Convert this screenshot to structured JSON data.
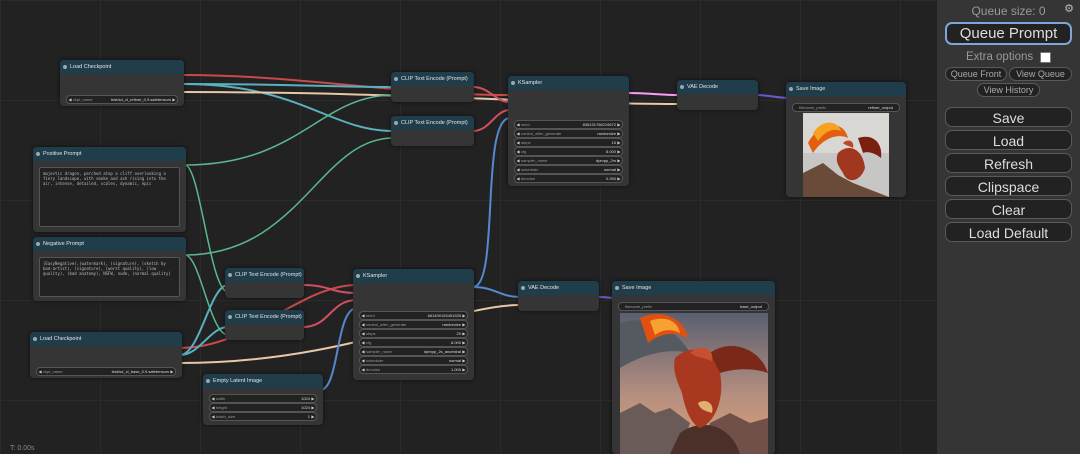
{
  "timer": "T: 0.00s",
  "sidebar": {
    "queue_size": "Queue size: 0",
    "queue_prompt": "Queue Prompt",
    "extra_options": "Extra options",
    "queue_front": "Queue Front",
    "view_queue": "View Queue",
    "view_history": "View History",
    "save": "Save",
    "load": "Load",
    "refresh": "Refresh",
    "clipspace": "Clipspace",
    "clear": "Clear",
    "load_default": "Load Default"
  },
  "nodes": {
    "load_ckpt_refiner": {
      "title": "Load Checkpoint",
      "w_label": "ckpt_name",
      "w_value": "test/sd_xl_refiner_0.9.safetensors"
    },
    "positive": {
      "title": "Positive Prompt",
      "text": "majestic dragon, perched atop a cliff overlooking a fiery landscape, with smoke and ash rising into the air, intense, detailed, scales, dynamic, epic"
    },
    "negative": {
      "title": "Negative Prompt",
      "text": "(EasyNegative),(watermark), (signature), (sketch by bad-artist), (signature), (worst quality), (low quality), (bad anatomy), NSFW, nude, (normal quality)"
    },
    "clip_top_1": {
      "title": "CLIP Text Encode (Prompt)"
    },
    "clip_top_2": {
      "title": "CLIP Text Encode (Prompt)"
    },
    "ksampler_top": {
      "title": "KSampler",
      "widgets": [
        {
          "label": "seed",
          "value": "836131766219672"
        },
        {
          "label": "control_after_generate",
          "value": "randomize"
        },
        {
          "label": "steps",
          "value": "15"
        },
        {
          "label": "cfg",
          "value": "8.000"
        },
        {
          "label": "sampler_name",
          "value": "dpmpp_2m"
        },
        {
          "label": "scheduler",
          "value": "normal"
        },
        {
          "label": "denoise",
          "value": "0.250"
        }
      ]
    },
    "vae_top": {
      "title": "VAE Decode"
    },
    "save_top": {
      "title": "Save Image",
      "w_label": "filename_prefix",
      "w_value": "refiner_output"
    },
    "clip_bot_1": {
      "title": "CLIP Text Encode (Prompt)"
    },
    "clip_bot_2": {
      "title": "CLIP Text Encode (Prompt)"
    },
    "ksampler_bot": {
      "title": "KSampler",
      "widgets": [
        {
          "label": "seed",
          "value": "661490153451535"
        },
        {
          "label": "control_after_generate",
          "value": "randomize"
        },
        {
          "label": "steps",
          "value": "20"
        },
        {
          "label": "cfg",
          "value": "8.000"
        },
        {
          "label": "sampler_name",
          "value": "dpmpp_2s_ancestral"
        },
        {
          "label": "scheduler",
          "value": "normal"
        },
        {
          "label": "denoise",
          "value": "1.000"
        }
      ]
    },
    "vae_bot": {
      "title": "VAE Decode"
    },
    "save_bot": {
      "title": "Save Image",
      "w_label": "filename_prefix",
      "w_value": "base_output"
    },
    "load_ckpt_base": {
      "title": "Load Checkpoint",
      "w_label": "ckpt_name",
      "w_value": "test/sd_xl_base_0.9.safetensors"
    },
    "empty_latent": {
      "title": "Empty Latent Image",
      "widgets": [
        {
          "label": "width",
          "value": "1024"
        },
        {
          "label": "height",
          "value": "1024"
        },
        {
          "label": "batch_size",
          "value": "1"
        }
      ]
    }
  },
  "colors": {
    "model": "#b39ddb",
    "clip": "#ffd500",
    "conditioning": "#ffa931",
    "latent": "#ff9cf9",
    "vae": "#ff6e6e",
    "image": "#64b5f6",
    "title_bar": "#1f3d4a",
    "node_bg": "#353535"
  },
  "icons": {
    "settings": "gear-icon",
    "checkbox": "extra-options-checkbox"
  }
}
